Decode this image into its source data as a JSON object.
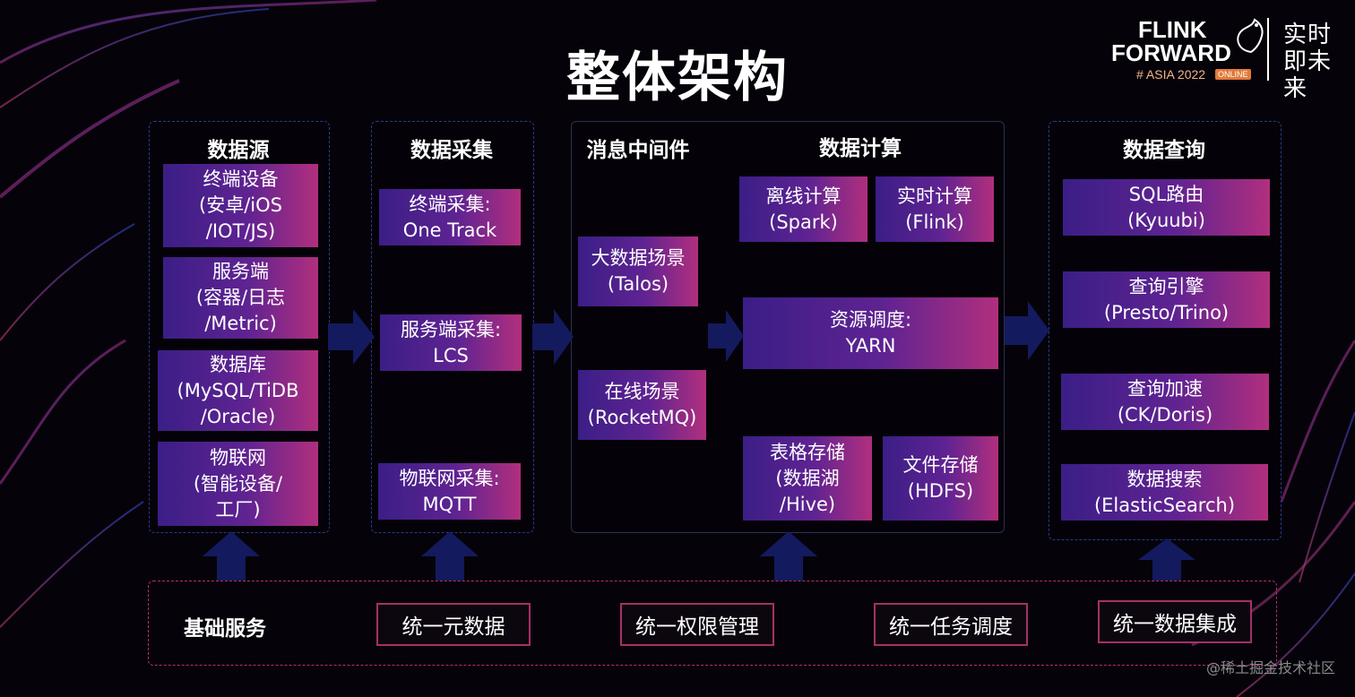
{
  "title": "整体架构",
  "logo": {
    "line1": "FLINK",
    "line2": "FORWARD",
    "line3": "# ASIA 2022",
    "badge": "ONLINE",
    "slogan": "实时即未来"
  },
  "columns": {
    "sources": {
      "header": "数据源",
      "items": [
        [
          "终端设备",
          "(安卓/iOS",
          "/IOT/JS)"
        ],
        [
          "服务端",
          "(容器/日志",
          "/Metric)"
        ],
        [
          "数据库",
          "(MySQL/TiDB",
          "/Oracle)"
        ],
        [
          "物联网",
          "(智能设备/",
          "工厂)"
        ]
      ]
    },
    "collection": {
      "header": "数据采集",
      "items": [
        [
          "终端采集:",
          "One Track"
        ],
        [
          "服务端采集:",
          "LCS"
        ],
        [
          "物联网采集:",
          "MQTT"
        ]
      ]
    },
    "middleware": {
      "header": "消息中间件",
      "items": [
        [
          "大数据场景",
          "(Talos)"
        ],
        [
          "在线场景",
          "(RocketMQ)"
        ]
      ]
    },
    "compute": {
      "header": "数据计算",
      "offline": [
        "离线计算",
        "(Spark)"
      ],
      "realtime": [
        "实时计算",
        "(Flink)"
      ],
      "scheduler": [
        "资源调度:",
        "YARN"
      ],
      "table_storage": [
        "表格存储",
        "(数据湖",
        "/Hive)"
      ],
      "file_storage": [
        "文件存储",
        "(HDFS)"
      ]
    },
    "query": {
      "header": "数据查询",
      "items": [
        [
          "SQL路由",
          "(Kyuubi)"
        ],
        [
          "查询引擎",
          "(Presto/Trino)"
        ],
        [
          "查询加速",
          "(CK/Doris)"
        ],
        [
          "数据搜索",
          "(ElasticSearch)"
        ]
      ]
    }
  },
  "base": {
    "label": "基础服务",
    "services": [
      "统一元数据",
      "统一权限管理",
      "统一任务调度",
      "统一数据集成"
    ]
  },
  "watermark": "@稀土掘金技术社区",
  "colors": {
    "box_start": "#3b1e86",
    "box_end": "#b12f7d",
    "service_border": "#a63069",
    "arrow": "#1f2a8a"
  }
}
